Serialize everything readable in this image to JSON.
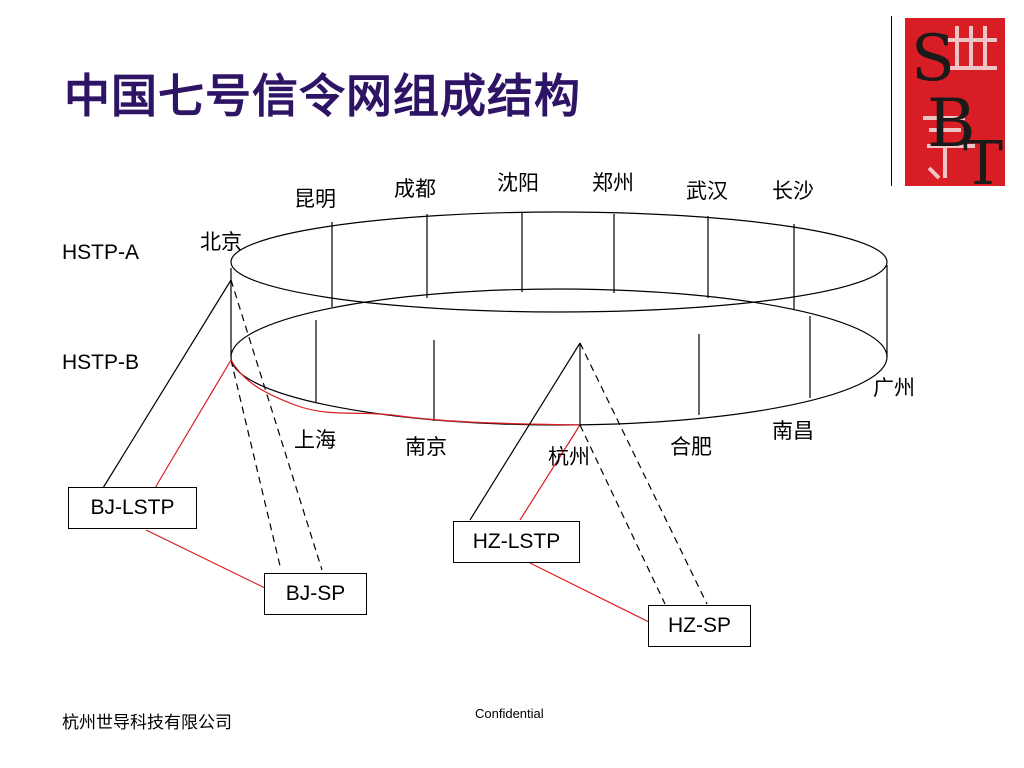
{
  "title": "中国七号信令网组成结构",
  "planes": {
    "a": "HSTP-A",
    "b": "HSTP-B"
  },
  "cities": {
    "beijing": "北京",
    "kunming": "昆明",
    "chengdu": "成都",
    "shenyang": "沈阳",
    "zhengzhou": "郑州",
    "wuhan": "武汉",
    "changsha": "长沙",
    "guangzhou": "广州",
    "shanghai": "上海",
    "nanjing": "南京",
    "hangzhou": "杭州",
    "hefei": "合肥",
    "nanchang": "南昌"
  },
  "nodes": {
    "bj_lstp": "BJ-LSTP",
    "bj_sp": "BJ-SP",
    "hz_lstp": "HZ-LSTP",
    "hz_sp": "HZ-SP"
  },
  "logo": {
    "letters": [
      "S",
      "B",
      "T"
    ],
    "glyphs": [
      "世",
      "导"
    ],
    "colors": {
      "background": "#d81e24",
      "ink": "#1a1a1a",
      "glyph": "#f0f0f0"
    }
  },
  "footer": {
    "company": "杭州世导科技有限公司",
    "confidential": "Confidential"
  },
  "colors": {
    "title": "#2e1465",
    "red_link": "#d81e24",
    "line": "#000000"
  }
}
